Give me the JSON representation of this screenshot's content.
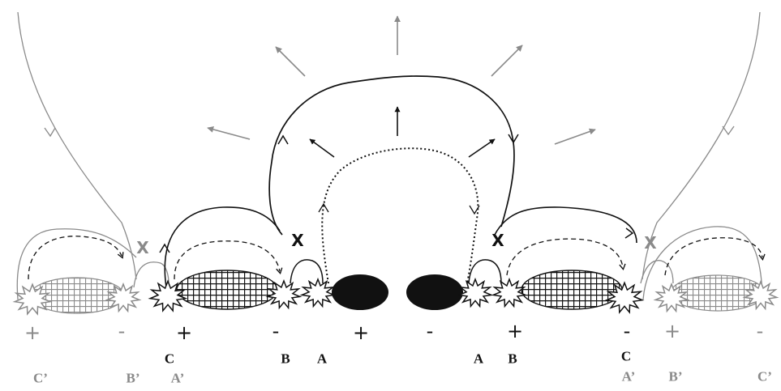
{
  "colors": {
    "black": "#111111",
    "gray": "#8a8a8a",
    "background": "#ffffff"
  },
  "signs": {
    "plus_far_left": "+",
    "minus_left_outer": "-",
    "plus_left_c": "+",
    "minus_left_b": "-",
    "plus_center": "+",
    "minus_center": "-",
    "plus_right_b": "+",
    "minus_right_c": "-",
    "plus_right_outer": "+",
    "minus_far_right": "-"
  },
  "letters": {
    "c_left": "C",
    "b_left": "B",
    "a_left": "A",
    "a_right": "A",
    "b_right": "B",
    "c_right": "C",
    "cprime_left": "C’",
    "bprime_left": "B’",
    "aprime_left": "A’",
    "aprime_right": "A’",
    "bprime_right": "B’",
    "cprime_right": "C’"
  },
  "nulls": {
    "x_gray_left": "X",
    "x_black_left": "X",
    "x_black_right": "X",
    "x_gray_right": "X"
  },
  "icons": {
    "sunspot": "filled-ellipse",
    "plage": "crosshatched-ellipse",
    "footpoint": "starburst",
    "null_point": "x-mark",
    "outflow": "arrow"
  }
}
